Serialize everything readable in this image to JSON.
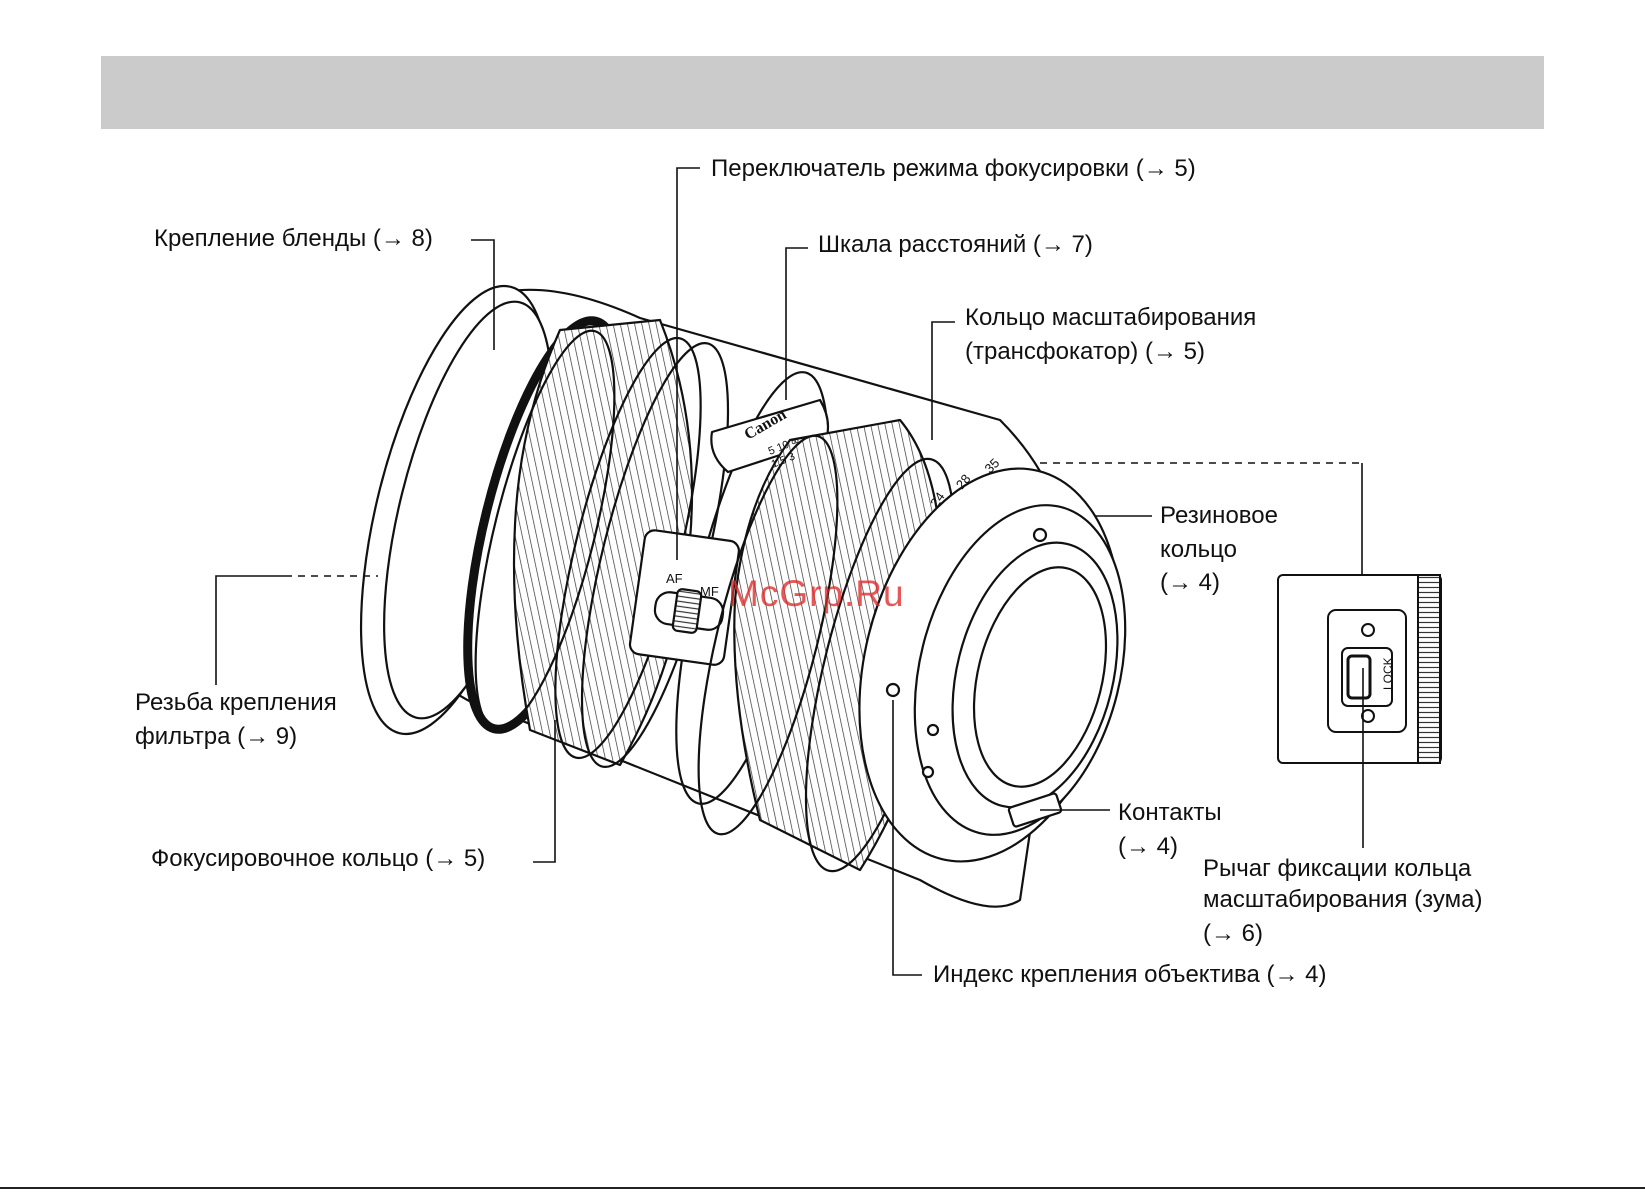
{
  "colors": {
    "header_band": "#cbcbcb",
    "watermark": "#e22828",
    "line": "#111111"
  },
  "callouts": {
    "focus_mode_switch": "Переключатель режима фокусировки (→ 5)",
    "hood_mount": "Крепление бленды (→ 8)",
    "distance_scale": "Шкала расстояний (→ 7)",
    "zoom_ring_line1": "Кольцо масштабирования",
    "zoom_ring_line2": "(трансфокатор) (→ 5)",
    "rubber_ring_line1": "Резиновое",
    "rubber_ring_line2": "кольцо",
    "rubber_ring_line3": "(→ 4)",
    "filter_thread_line1": "Резьба крепления",
    "filter_thread_line2": "фильтра (→ 9)",
    "focus_ring": "Фокусировочное кольцо (→ 5)",
    "contacts_line1": "Контакты",
    "contacts_line2": "(→ 4)",
    "zoom_lock_line1": "Рычаг фиксации кольца",
    "zoom_lock_line2": "масштабирования (зума)",
    "zoom_lock_line3": "(→ 6)",
    "mount_index": "Индекс крепления объектива (→ 4)"
  },
  "lens_markings": {
    "brand": "Canon",
    "switch_af": "AF",
    "switch_mf": "MF",
    "scale_top": "5 10 ∞",
    "scale_bottom": "1.5 3",
    "focal_24": "24",
    "focal_28": "28",
    "focal_35": "35",
    "lock": "LOCK"
  },
  "watermark": "McGrp.Ru"
}
